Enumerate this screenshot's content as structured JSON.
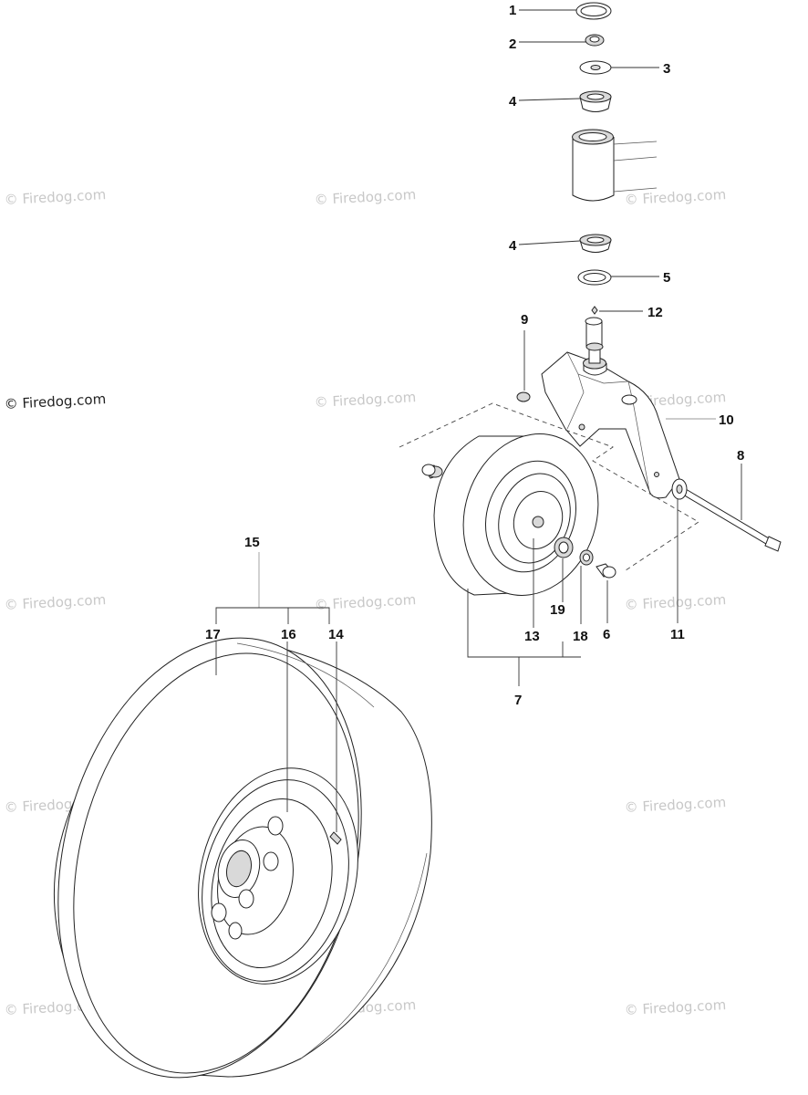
{
  "watermark": {
    "text": "© Firedog.com",
    "light_color": "#c8c8c8",
    "dark_color": "#222222"
  },
  "callouts": [
    "1",
    "2",
    "3",
    "4",
    "4",
    "5",
    "12",
    "9",
    "10",
    "8",
    "15",
    "17",
    "16",
    "14",
    "19",
    "13",
    "18",
    "6",
    "11",
    "7"
  ]
}
